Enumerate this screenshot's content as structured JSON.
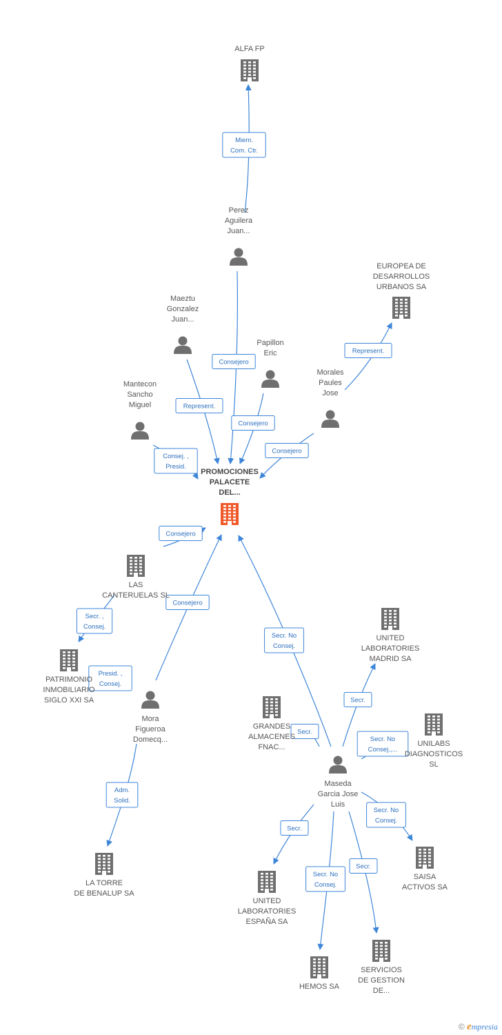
{
  "colors": {
    "edge": "#3d85d8",
    "building": "#6f6f6f",
    "building_center": "#f05a2b",
    "person": "#6f6f6f"
  },
  "nodes": [
    {
      "id": "center",
      "type": "company",
      "center": true,
      "lines": [
        "PROMOCIONES",
        "PALACETE",
        "DEL..."
      ]
    },
    {
      "id": "alfa",
      "type": "company",
      "lines": [
        "ALFA FP"
      ]
    },
    {
      "id": "perez",
      "type": "person",
      "lines": [
        "Perez",
        "Aguilera",
        "Juan..."
      ]
    },
    {
      "id": "europea",
      "type": "company",
      "lines": [
        "EUROPEA DE",
        "DESARROLLOS",
        "URBANOS SA"
      ]
    },
    {
      "id": "maeztu",
      "type": "person",
      "lines": [
        "Maeztu",
        "Gonzalez",
        "Juan..."
      ]
    },
    {
      "id": "papillon",
      "type": "person",
      "lines": [
        "Papillon",
        "Eric"
      ]
    },
    {
      "id": "morales",
      "type": "person",
      "lines": [
        "Morales",
        "Paules",
        "Jose"
      ]
    },
    {
      "id": "mantecon",
      "type": "person",
      "lines": [
        "Mantecon",
        "Sancho",
        "Miguel"
      ]
    },
    {
      "id": "canteruelas",
      "type": "company",
      "lines": [
        "LAS",
        "CANTERUELAS SL"
      ]
    },
    {
      "id": "patrimonio",
      "type": "company",
      "lines": [
        "PATRIMONIO",
        "INMOBILIARIO",
        "SIGLO XXI SA"
      ]
    },
    {
      "id": "mora",
      "type": "person",
      "lines": [
        "Mora",
        "Figueroa",
        "Domecq..."
      ]
    },
    {
      "id": "torre",
      "type": "company",
      "lines": [
        "LA TORRE",
        "DE BENALUP SA"
      ]
    },
    {
      "id": "ulmadrid",
      "type": "company",
      "lines": [
        "UNITED",
        "LABORATORIES",
        "MADRID SA"
      ]
    },
    {
      "id": "grandes",
      "type": "company",
      "lines": [
        "GRANDES",
        "ALMACENES",
        "FNAC..."
      ]
    },
    {
      "id": "unilabs",
      "type": "company",
      "lines": [
        "UNILABS",
        "DIAGNOSTICOS",
        "SL"
      ]
    },
    {
      "id": "maseda",
      "type": "person",
      "lines": [
        "Maseda",
        "Garcia Jose",
        "Luis"
      ]
    },
    {
      "id": "ulespana",
      "type": "company",
      "lines": [
        "UNITED",
        "LABORATORIES",
        "ESPAÑA SA"
      ]
    },
    {
      "id": "saisa",
      "type": "company",
      "lines": [
        "SAISA",
        "ACTIVOS SA"
      ]
    },
    {
      "id": "hemos",
      "type": "company",
      "lines": [
        "HEMOS SA"
      ]
    },
    {
      "id": "servicios",
      "type": "company",
      "lines": [
        "SERVICIOS",
        "DE GESTION",
        "DE..."
      ]
    }
  ],
  "edges": [
    {
      "from": "perez",
      "to": "alfa",
      "label": [
        "Miem.",
        "Com. Ctr."
      ]
    },
    {
      "from": "perez",
      "to": "center",
      "label": [
        "Consejero"
      ]
    },
    {
      "from": "morales",
      "to": "europea",
      "label": [
        "Represent."
      ]
    },
    {
      "from": "maeztu",
      "to": "center",
      "label": [
        "Represent."
      ]
    },
    {
      "from": "papillon",
      "to": "center",
      "label": [
        "Consejero"
      ]
    },
    {
      "from": "morales",
      "to": "center",
      "label": [
        "Consejero"
      ]
    },
    {
      "from": "mantecon",
      "to": "center",
      "label": [
        "Consej. ,",
        "Presid."
      ]
    },
    {
      "from": "canteruelas",
      "to": "center",
      "label": [
        "Consejero"
      ]
    },
    {
      "from": "canteruelas",
      "to": "patrimonio",
      "label": [
        "Secr. ,",
        "Consej."
      ]
    },
    {
      "from": "mora",
      "to": "patrimonio",
      "label": [
        "Presid. ,",
        "Consej."
      ]
    },
    {
      "from": "mora",
      "to": "center",
      "label": [
        "Consejero"
      ]
    },
    {
      "from": "mora",
      "to": "torre",
      "label": [
        "Adm.",
        "Solid."
      ]
    },
    {
      "from": "maseda",
      "to": "center",
      "label": [
        "Secr. No",
        "Consej."
      ]
    },
    {
      "from": "maseda",
      "to": "ulmadrid",
      "label": [
        "Secr."
      ]
    },
    {
      "from": "maseda",
      "to": "grandes",
      "label": [
        "Secr."
      ]
    },
    {
      "from": "maseda",
      "to": "unilabs",
      "label": [
        "Secr. No",
        "Consej.,..."
      ]
    },
    {
      "from": "maseda",
      "to": "ulespana",
      "label": [
        "Secr."
      ]
    },
    {
      "from": "maseda",
      "to": "saisa",
      "label": [
        "Secr. No",
        "Consej."
      ]
    },
    {
      "from": "maseda",
      "to": "hemos",
      "label": [
        "Secr. No",
        "Consej."
      ]
    },
    {
      "from": "maseda",
      "to": "servicios",
      "label": [
        "Secr."
      ]
    }
  ],
  "watermark": {
    "symbol": "©",
    "brand_initial": "e",
    "brand_rest": "mpresia"
  }
}
